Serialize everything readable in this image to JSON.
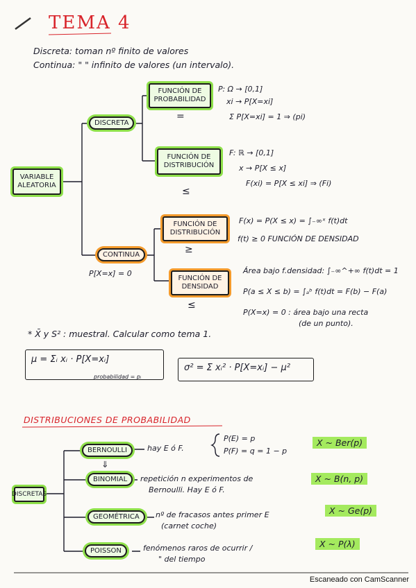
{
  "title": "TEMA 4",
  "intro": {
    "discreta": "Discreta: toman nº finito de valores",
    "continua": "Continua: \"    \" infinito de valores (un intervalo)."
  },
  "tree1": {
    "root": "VARIABLE ALEATORIA",
    "discreta": "DISCRETA",
    "continua": "CONTINUA",
    "continua_note": "P[X=x] = 0",
    "fp": "FUNCIÓN DE PROBABILIDAD",
    "fd1": "FUNCIÓN DE DISTRIBUCIÓN",
    "fd2": "FUNCIÓN DE DISTRIBUCIÓN",
    "fdens": "FUNCIÓN DE DENSIDAD",
    "fp_eq": "=",
    "fd1_eq": "≤",
    "fd2_eq": "≥",
    "fdens_eq": "≤",
    "fp_lines": [
      "P: Ω → [0,1]",
      "xi → P[X=xi]",
      "Σ P[X=xi] = 1 ⇒ (pi)"
    ],
    "fd1_lines": [
      "F: ℝ → [0,1]",
      "x → P[X ≤ x]",
      "F(xi) = P[X ≤ xi] ⇒ (Fi)"
    ],
    "fd2_lines": [
      "F(x) = P(X ≤ x) = ∫₋∞ˣ f(t)dt",
      "f(t) ≥ 0  FUNCIÓN DE DENSIDAD"
    ],
    "fdens_lines": [
      "Área bajo f.densidad: ∫₋∞^+∞ f(t)dt = 1",
      "P(a ≤ X ≤ b) = ∫ₐᵇ f(t)dt = F(b) − F(a)",
      "P(X=x) = 0 : área bajo una recta",
      "(de un punto)."
    ]
  },
  "muestral": "* X̄ y S² : muestral. Calcular como tema 1.",
  "formula_mu": "μ = Σᵢ xᵢ · P[X=xᵢ]",
  "formula_mu_note": "probabilidad = pᵢ",
  "formula_sigma": "σ² = Σ xᵢ² · P[X=xᵢ] − μ²",
  "section2": "DISTRIBUCIONES DE PROBABILIDAD",
  "tree2": {
    "root": "DISCRETAS",
    "items": [
      {
        "name": "BERNOULLI",
        "desc": "hay E ó F.",
        "extra1": "P(E) = p",
        "extra2": "P(F) = q = 1 − p",
        "dist": "X ~ Ber(p)"
      },
      {
        "name": "BINOMIAL",
        "desc": "repetición n experimentos de",
        "desc2": "Bernoulli. Hay E ó F.",
        "dist": "X ~ B(n, p)"
      },
      {
        "name": "GEOMÉTRICA",
        "desc": "nº de fracasos antes primer E",
        "desc2": "(carnet coche)",
        "dist": "X ~ Ge(p)"
      },
      {
        "name": "POISSON",
        "desc": "fenómenos raros de ocurrir /",
        "desc2": "\"   del tiempo",
        "dist": "X ~ P(λ)"
      }
    ],
    "arrow_down": "⇓"
  },
  "footer": "Escaneado con CamScanner"
}
